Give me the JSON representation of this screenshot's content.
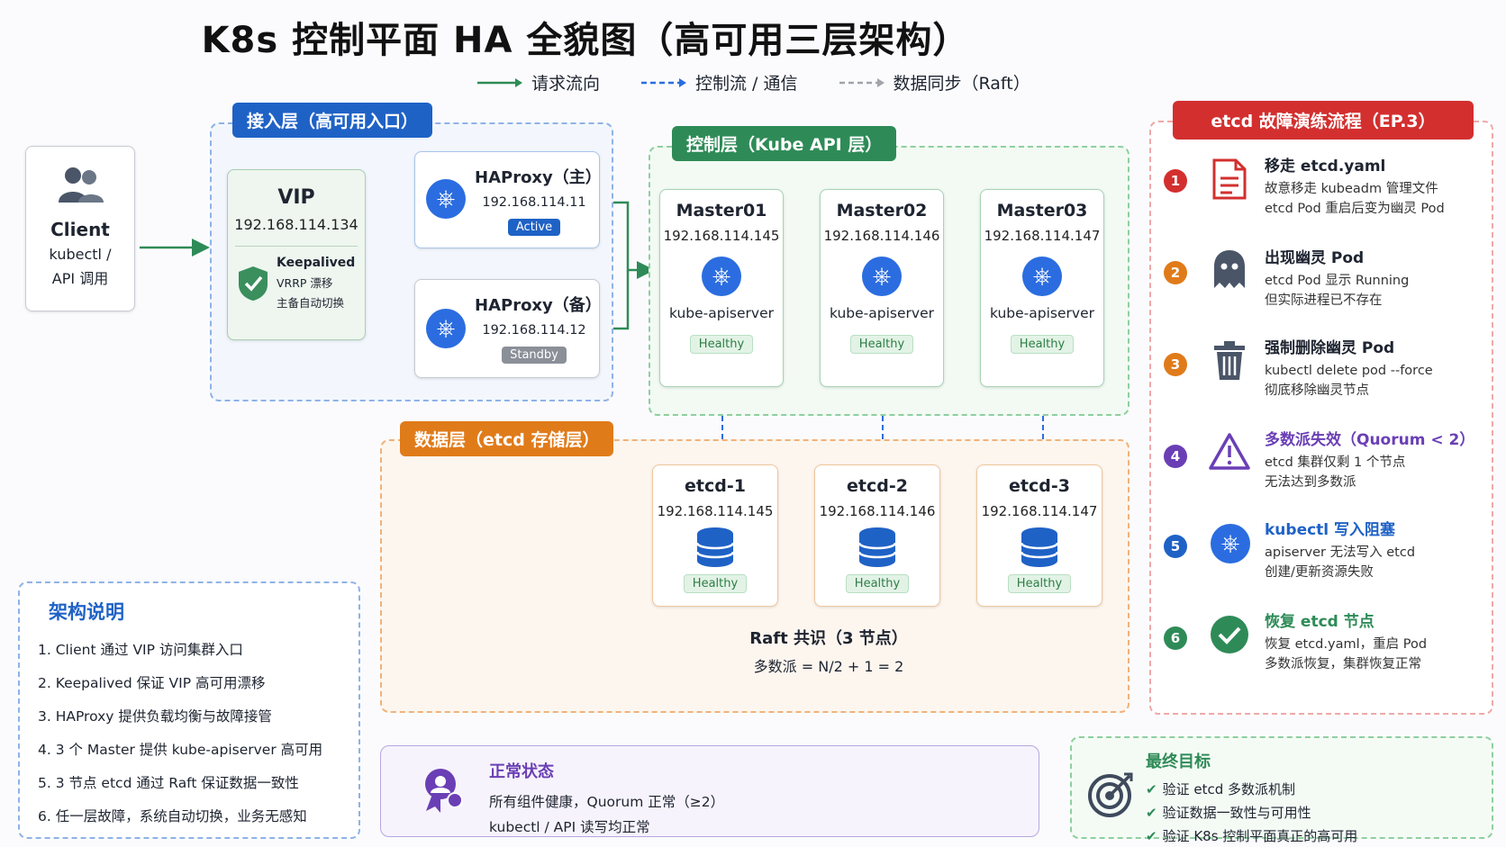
{
  "title": "K8s 控制平面 HA 全貌图（高可用三层架构）",
  "legend": [
    {
      "label": "请求流向",
      "color": "#2e8b57",
      "style": "solid"
    },
    {
      "label": "控制流 / 通信",
      "color": "#2b6de0",
      "style": "dashed"
    },
    {
      "label": "数据同步（Raft）",
      "color": "#a0a4ab",
      "style": "dashed"
    }
  ],
  "client": {
    "title": "Client",
    "line1": "kubectl /",
    "line2": "API 调用",
    "icon": "users-icon"
  },
  "access_layer": {
    "tag": "接入层（高可用入口）",
    "vip": {
      "title": "VIP",
      "ip": "192.168.114.134",
      "keepalived_title": "Keepalived",
      "keepalived_line1": "VRRP 漂移",
      "keepalived_line2": "主备自动切换",
      "icon": "shield-check-icon"
    },
    "haproxy_main": {
      "title": "HAProxy（主）",
      "ip": "192.168.114.11",
      "status": "Active"
    },
    "haproxy_backup": {
      "title": "HAProxy（备）",
      "ip": "192.168.114.12",
      "status": "Standby"
    }
  },
  "control_layer": {
    "tag": "控制层（Kube API 层）",
    "masters": [
      {
        "name": "Master01",
        "ip": "192.168.114.145",
        "component": "kube-apiserver",
        "status": "Healthy"
      },
      {
        "name": "Master02",
        "ip": "192.168.114.146",
        "component": "kube-apiserver",
        "status": "Healthy"
      },
      {
        "name": "Master03",
        "ip": "192.168.114.147",
        "component": "kube-apiserver",
        "status": "Healthy"
      }
    ]
  },
  "data_layer": {
    "tag": "数据层（etcd 存储层）",
    "etcd": [
      {
        "name": "etcd-1",
        "ip": "192.168.114.145",
        "status": "Healthy"
      },
      {
        "name": "etcd-2",
        "ip": "192.168.114.146",
        "status": "Healthy"
      },
      {
        "name": "etcd-3",
        "ip": "192.168.114.147",
        "status": "Healthy"
      }
    ],
    "raft_title": "Raft 共识（3 节点）",
    "raft_formula": "多数派 = N/2 + 1 = 2"
  },
  "notes": {
    "title": "架构说明",
    "items": [
      "1.  Client 通过 VIP 访问集群入口",
      "2.  Keepalived 保证 VIP 高可用漂移",
      "3.  HAProxy 提供负载均衡与故障接管",
      "4.  3 个 Master 提供 kube-apiserver 高可用",
      "5.  3 节点 etcd 通过 Raft 保证数据一致性",
      "6.  任一层故障，系统自动切换，业务无感知"
    ]
  },
  "normal_state": {
    "title": "正常状态",
    "line1": "所有组件健康，Quorum 正常（≥2）",
    "line2": "kubectl / API 读写均正常",
    "icon": "healthy-badge-icon"
  },
  "final_goal": {
    "title": "最终目标",
    "items": [
      "验证 etcd 多数派机制",
      "验证数据一致性与可用性",
      "验证 K8s 控制平面真正的高可用"
    ],
    "icon": "target-icon"
  },
  "drill": {
    "tag": "etcd 故障演练流程（EP.3）",
    "steps": [
      {
        "num": "1",
        "title": "移走 etcd.yaml",
        "line1": "故意移走 kubeadm 管理文件",
        "line2": "etcd Pod 重启后变为幽灵 Pod",
        "color": "#d32f2f",
        "icon": "file-icon"
      },
      {
        "num": "2",
        "title": "出现幽灵 Pod",
        "line1": "etcd Pod 显示 Running",
        "line2": "但实际进程已不存在",
        "color": "#e07b1a",
        "icon": "ghost-icon"
      },
      {
        "num": "3",
        "title": "强制删除幽灵 Pod",
        "line1": "kubectl delete pod --force",
        "line2": "彻底移除幽灵节点",
        "color": "#e07b1a",
        "icon": "trash-icon"
      },
      {
        "num": "4",
        "title": "多数派失效（Quorum < 2）",
        "line1": "etcd 集群仅剩 1 个节点",
        "line2": "无法达到多数派",
        "color": "#6a3fb5",
        "icon": "warning-icon"
      },
      {
        "num": "5",
        "title": "kubectl 写入阻塞",
        "line1": "apiserver 无法写入 etcd",
        "line2": "创建/更新资源失败",
        "color": "#1f62c6",
        "icon": "kubernetes-icon"
      },
      {
        "num": "6",
        "title": "恢复 etcd 节点",
        "line1": "恢复 etcd.yaml，重启 Pod",
        "line2": "多数派恢复，集群恢复正常",
        "color": "#2e8b57",
        "icon": "check-circle-icon"
      }
    ]
  }
}
